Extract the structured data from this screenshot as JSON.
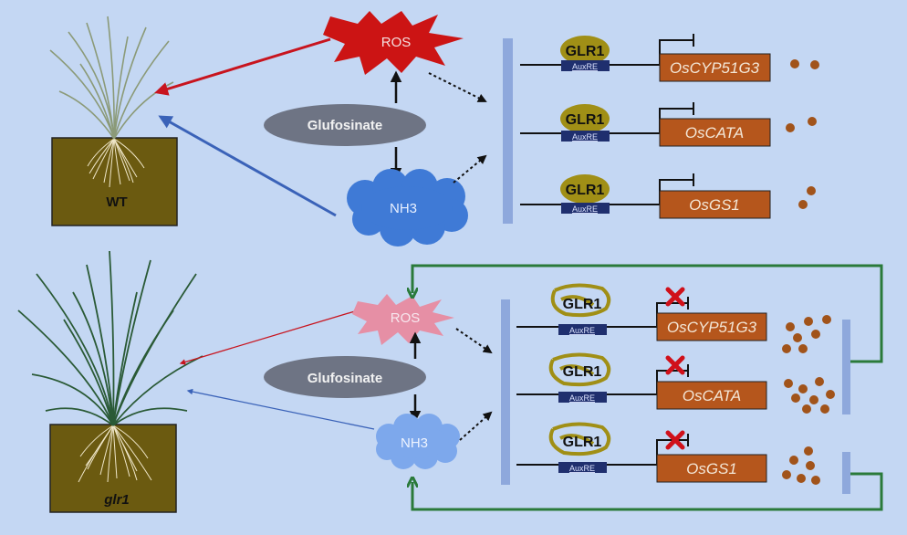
{
  "labels": {
    "ros": "ROS",
    "glufosinate": "Glufosinate",
    "nh3": "NH3",
    "glr1": "GLR1",
    "auxre": "AuxRE",
    "wt": "WT",
    "mutant": "glr1"
  },
  "genes": [
    "OsCYP51G3",
    "OsCATA",
    "OsGS1"
  ],
  "colors": {
    "background": "#c4d7f3",
    "ros_burst": "#cc1414",
    "ros_burst_faded": "#e68fa5",
    "nh3_cloud": "#3f7ad6",
    "nh3_cloud_faded": "#7da8ec",
    "glufosinate_oval": "#6e7484",
    "glr1_blob": "#a08f16",
    "auxre_box": "#1f2f6e",
    "gene_box": "#b5561c",
    "dot": "#a1531a",
    "receptor_bar": "#8ea8dc",
    "red_arrow": "#c8141e",
    "blue_arrow": "#3a62b8",
    "green_line": "#2a7a3a",
    "soil": "#6b5a10",
    "inhibit_cross": "#d0101a"
  },
  "icons": [
    "wt-plant-icon",
    "glr1-plant-icon",
    "inhibited-cross-icon"
  ]
}
